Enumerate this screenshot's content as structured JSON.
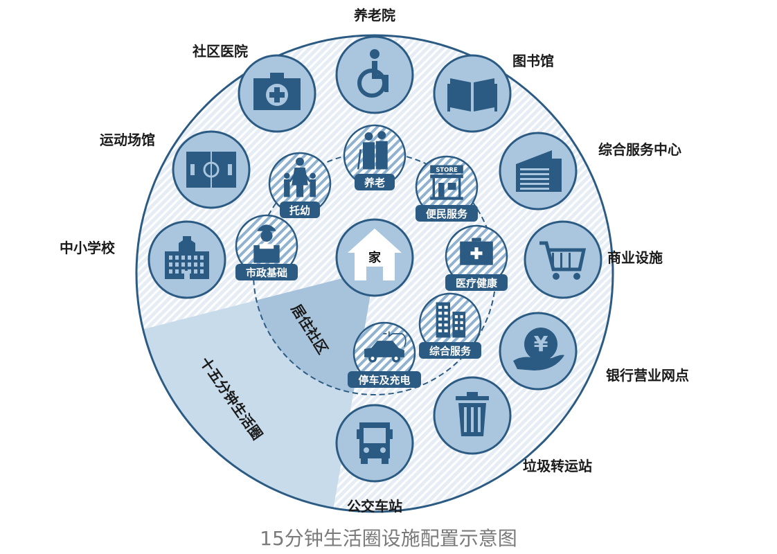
{
  "colors": {
    "dark": "#2b5a82",
    "light": "#a9c6de",
    "stripe_bg": "#dce6ef",
    "wedge_outer": "#c8dbeb",
    "wedge_inner": "#a7c3dc"
  },
  "center": {
    "label": "家",
    "icon": "house-icon"
  },
  "outer_ring_label": "十五分钟生活圈",
  "inner_ring_label": "居住社区",
  "outer_facilities": [
    {
      "label": "养老院",
      "icon": "wheelchair-icon"
    },
    {
      "label": "图书馆",
      "icon": "book-icon"
    },
    {
      "label": "综合服务中心",
      "icon": "building-icon"
    },
    {
      "label": "商业设施",
      "icon": "shopping-cart-icon"
    },
    {
      "label": "银行营业网点",
      "icon": "yuan-hand-icon"
    },
    {
      "label": "垃圾转运站",
      "icon": "trash-can-icon"
    },
    {
      "label": "公交车站",
      "icon": "bus-icon"
    },
    {
      "label": "中小学校",
      "icon": "school-icon"
    },
    {
      "label": "运动场馆",
      "icon": "sports-field-icon"
    },
    {
      "label": "社区医院",
      "icon": "medical-kit-icon"
    }
  ],
  "inner_facilities": [
    {
      "label": "养老",
      "icon": "elderly-couple-icon"
    },
    {
      "label": "便民服务",
      "icon": "store-icon",
      "icon_text": "STORE"
    },
    {
      "label": "医疗健康",
      "icon": "first-aid-kit-icon"
    },
    {
      "label": "综合服务",
      "icon": "office-buildings-icon"
    },
    {
      "label": "停车及充电",
      "icon": "electric-car-icon"
    },
    {
      "label": "市政基础",
      "icon": "worker-icon"
    },
    {
      "label": "托幼",
      "icon": "family-icon"
    }
  ],
  "caption": "15分钟生活圈设施配置示意图"
}
